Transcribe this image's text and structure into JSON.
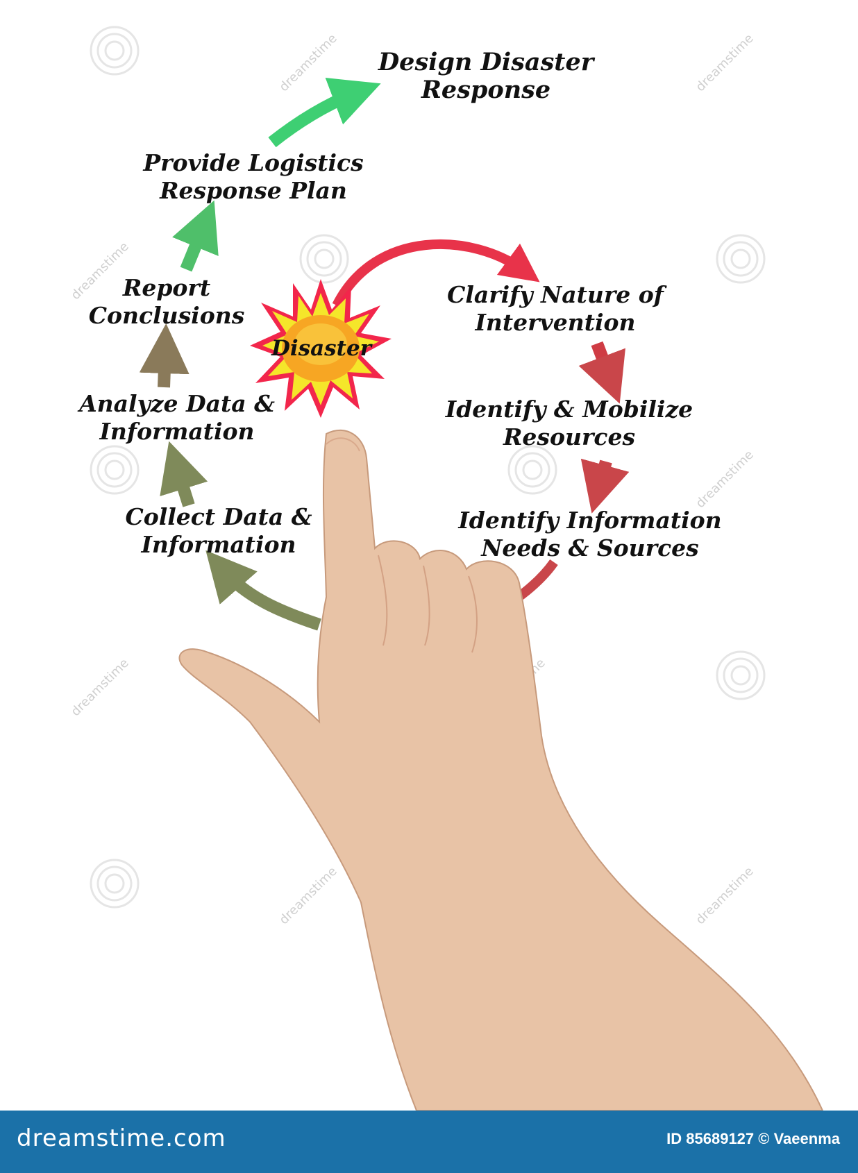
{
  "diagram": {
    "center": {
      "label": "Disaster"
    },
    "steps": [
      {
        "id": "clarify",
        "lines": [
          "Clarify Nature of",
          "Intervention"
        ]
      },
      {
        "id": "mobilize",
        "lines": [
          "Identify & Mobilize",
          "Resources"
        ]
      },
      {
        "id": "needs",
        "lines": [
          "Identify Information",
          "Needs & Sources"
        ]
      },
      {
        "id": "collect",
        "lines": [
          "Collect Data &",
          "Information"
        ]
      },
      {
        "id": "analyze",
        "lines": [
          "Analyze Data &",
          "Information"
        ]
      },
      {
        "id": "report",
        "lines": [
          "Report",
          "Conclusions"
        ]
      },
      {
        "id": "logistics",
        "lines": [
          "Provide Logistics",
          "Response Plan"
        ]
      },
      {
        "id": "design",
        "lines": [
          "Design Disaster",
          "Response"
        ]
      }
    ]
  },
  "colors": {
    "red_arrow": "#e8334a",
    "dark_red_arrow": "#c9464a",
    "olive_arrow": "#7f8a5a",
    "brown_arrow": "#8a7a5a",
    "green_arrow": "#3ecf73",
    "burst_outer": "#f2264b",
    "burst_middle": "#f5e62a",
    "burst_inner": "#f7a623",
    "footer_bg": "#1b71a8"
  },
  "footer": {
    "logo": "dreamstime.com",
    "id_text": "ID 85689127 © Vaeenma"
  },
  "watermark": {
    "text": "dreamstime"
  }
}
